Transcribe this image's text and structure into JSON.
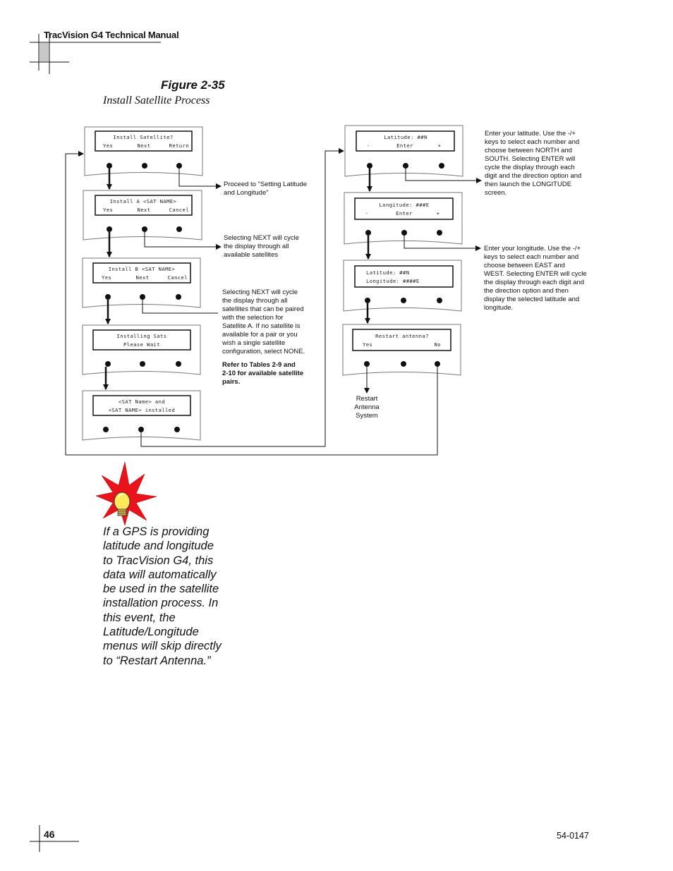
{
  "header": {
    "title": "TracVision G4 Technical Manual"
  },
  "figure": {
    "number": "Figure 2-35",
    "caption": "Install Satellite Process"
  },
  "panels": {
    "install_satellite": {
      "line1": "Install Satellite?",
      "left": "Yes",
      "mid": "Next",
      "right": "Return"
    },
    "install_a": {
      "line1": "Install A <SAT NAME>",
      "left": "Yes",
      "mid": "Next",
      "right": "Cancel"
    },
    "install_b": {
      "line1": "Install B <SAT NAME>",
      "left": "Yes",
      "mid": "Next",
      "right": "Cancel"
    },
    "installing": {
      "line1": "Installing Sats",
      "line2": "Please Wait"
    },
    "installed": {
      "line1": "<SAT Name> and",
      "line2": "<SAT NAME> installed"
    },
    "latitude": {
      "line1": "Latitude:   ##N",
      "left": "-",
      "mid": "Enter",
      "right": "+"
    },
    "longitude": {
      "line1": "Longitude:   ###E",
      "left": "-",
      "mid": "Enter",
      "right": "+"
    },
    "latlon": {
      "line1": "Latitude:     ##N",
      "line2": "Longitude:    ####E"
    },
    "restart": {
      "line1": "Restart antenna?",
      "left": "Yes",
      "right": "No"
    }
  },
  "notes": {
    "proceed": [
      "Proceed to \"Setting Latitude",
      "and Longitude\""
    ],
    "next_a": [
      "Selecting NEXT will cycle",
      "the display through all",
      "available satellites"
    ],
    "next_b": [
      "Selecting NEXT will cycle",
      "the display through all",
      "satellites that can be paired",
      "with the selection for",
      "Satellite A. If no satellite is",
      "available for a pair or you",
      "wish a single satellite",
      "configuration, select NONE."
    ],
    "refer": [
      "Refer to Tables 2-9 and",
      "2-10 for available satellite",
      "pairs."
    ],
    "latitude": [
      "Enter your latitude. Use the -/+",
      "keys to select each number and",
      "choose between NORTH and",
      "SOUTH. Selecting ENTER will",
      "cycle the display through each",
      "digit and the direction option and",
      "then launch the LONGITUDE",
      "screen."
    ],
    "longitude": [
      "Enter your longitude. Use the -/+",
      "keys to select each number and",
      "choose between EAST and",
      "WEST. Selecting ENTER will cycle",
      "the display through each digit and",
      "the direction option and then",
      "display the selected latitude and",
      "longitude."
    ],
    "restart": [
      "Restart",
      "Antenna",
      "System"
    ]
  },
  "tip": "If a GPS is providing latitude and longitude to TracVision G4, this data will automatically be used in the satellite installation process. In this event, the Latitude/Longitude menus will skip directly to “Restart Antenna.”",
  "footer": {
    "page": "46",
    "doc_number": "54-0147"
  }
}
